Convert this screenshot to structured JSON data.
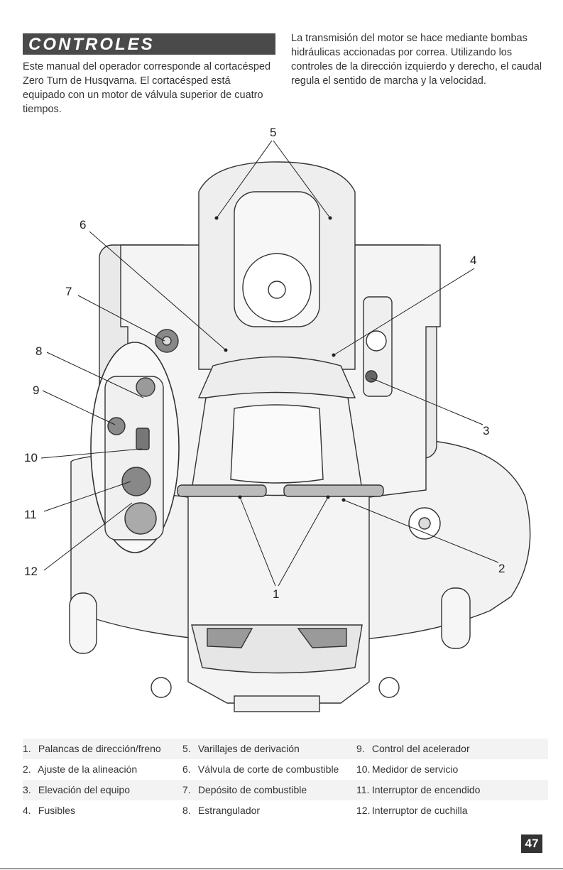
{
  "header": {
    "title": "CONTROLES"
  },
  "intro": {
    "left": "Este manual del operador corresponde al cortacésped Zero Turn de Husqvarna. El cortacésped está equipado con un motor de válvula superior de cuatro tiempos.",
    "right": "La transmisión del motor se hace mediante bombas hidráulicas accionadas por correa. Utilizando los controles de la dirección izquierdo y derecho, el caudal regula el sentido de marcha y la velocidad."
  },
  "callouts": [
    "1",
    "2",
    "3",
    "4",
    "5",
    "6",
    "7",
    "8",
    "9",
    "10",
    "11",
    "12"
  ],
  "legend": {
    "rows": [
      [
        {
          "num": "1.",
          "label": "Palancas de dirección/freno"
        },
        {
          "num": "5.",
          "label": "Varillajes de derivación"
        },
        {
          "num": "9.",
          "label": "Control del acelerador"
        }
      ],
      [
        {
          "num": "2.",
          "label": "Ajuste de la alineación"
        },
        {
          "num": "6.",
          "label": "Válvula de corte de combustible"
        },
        {
          "num": "10.",
          "label": "Medidor de servicio"
        }
      ],
      [
        {
          "num": "3.",
          "label": "Elevación del equipo"
        },
        {
          "num": "7.",
          "label": "Depósito de combustible"
        },
        {
          "num": "11.",
          "label": "Interruptor de encendido"
        }
      ],
      [
        {
          "num": "4.",
          "label": "Fusibles"
        },
        {
          "num": "8.",
          "label": "Estrangulador"
        },
        {
          "num": "12.",
          "label": "Interruptor de cuchilla"
        }
      ]
    ]
  },
  "page": {
    "number": "47"
  }
}
